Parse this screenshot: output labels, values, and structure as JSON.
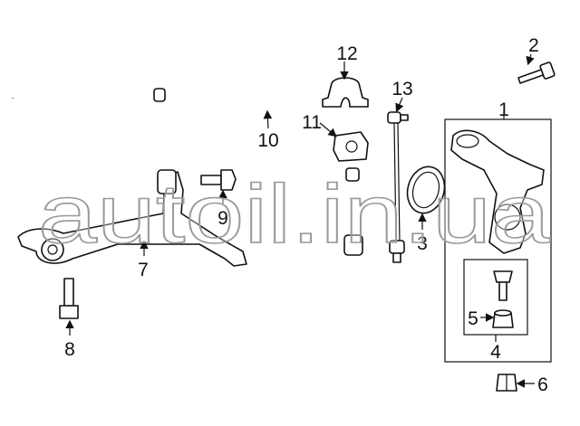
{
  "diagram": {
    "callouts": [
      "1",
      "2",
      "3",
      "4",
      "5",
      "6",
      "7",
      "8",
      "9",
      "10",
      "11",
      "12",
      "13"
    ],
    "watermark": "autoil.in.ua"
  }
}
